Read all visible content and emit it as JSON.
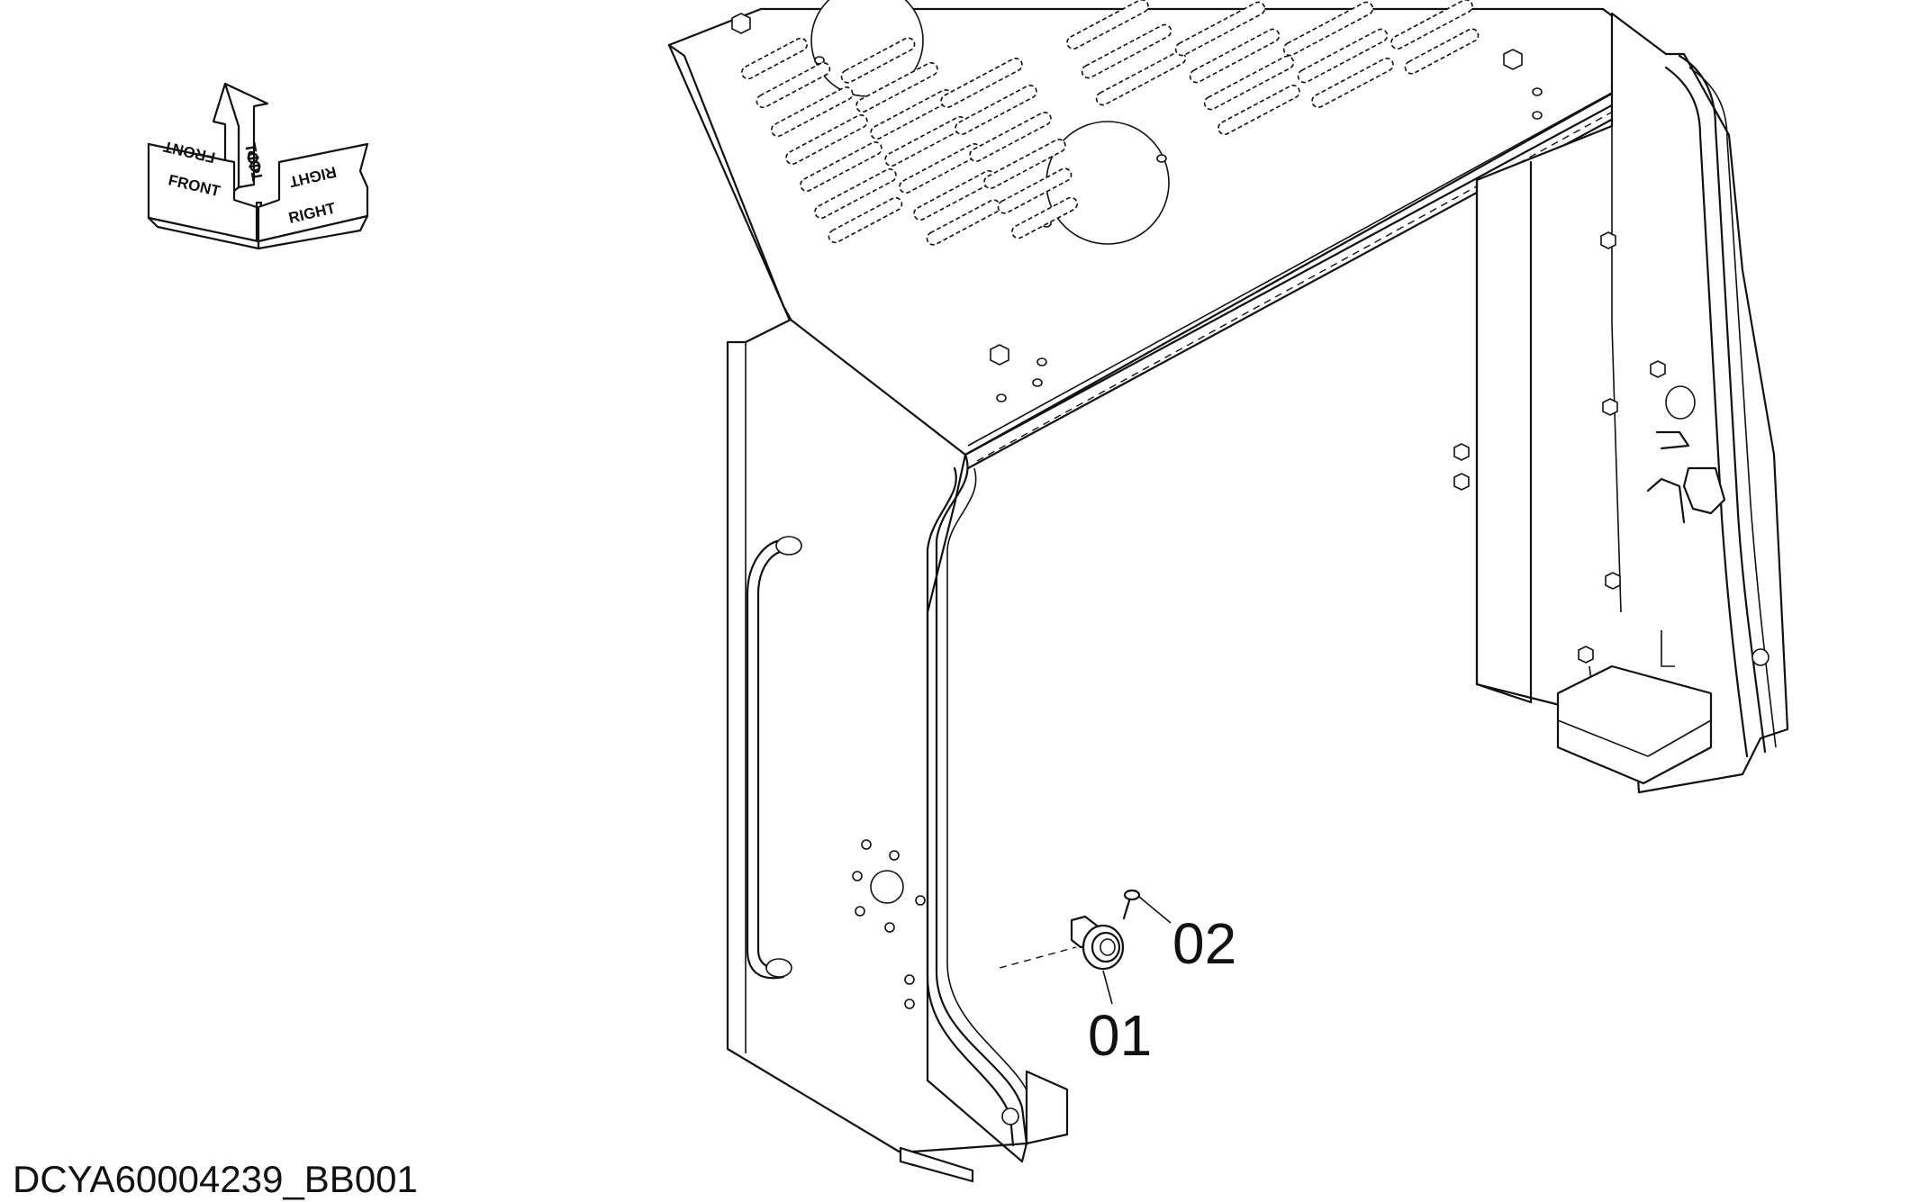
{
  "orientation_indicator": {
    "front_label": "FRONT",
    "top_label": "TOP",
    "right_label": "RIGHT"
  },
  "callouts": [
    {
      "id": "01"
    },
    {
      "id": "02"
    }
  ],
  "drawing_id": "DCYA60004239_BB001"
}
